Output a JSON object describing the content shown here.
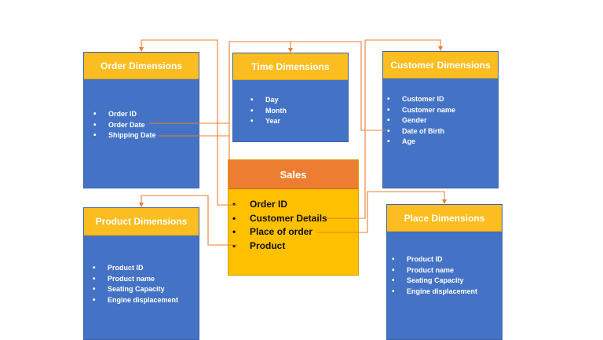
{
  "order_dimensions": {
    "title": "Order Dimensions",
    "items": [
      "Order ID",
      "Order Date",
      "Shipping Date"
    ]
  },
  "time_dimensions": {
    "title": "Time Dimensions",
    "items": [
      "Day",
      "Month",
      "Year"
    ]
  },
  "customer_dimensions": {
    "title": "Customer Dimensions",
    "items": [
      "Customer ID",
      "Customer name",
      "Gender",
      "Date of Birth",
      "Age"
    ]
  },
  "sales": {
    "title": "Sales",
    "items": [
      "Order ID",
      "Customer Details",
      "Place of order",
      "Product"
    ]
  },
  "product_dimensions": {
    "title": "Product Dimensions",
    "items": [
      "Product ID",
      "Product name",
      "Seating Capacity",
      "Engine displacement"
    ]
  },
  "place_dimensions": {
    "title": "Place Dimensions",
    "items": [
      "Product ID",
      "Product name",
      "Seating Capacity",
      "Engine displacement"
    ]
  },
  "colors": {
    "dimension_body": "#4472c4",
    "dimension_header": "#fbbd1f",
    "sales_body": "#ffc000",
    "sales_header": "#ed7d31",
    "connector": "#ed7d31"
  }
}
